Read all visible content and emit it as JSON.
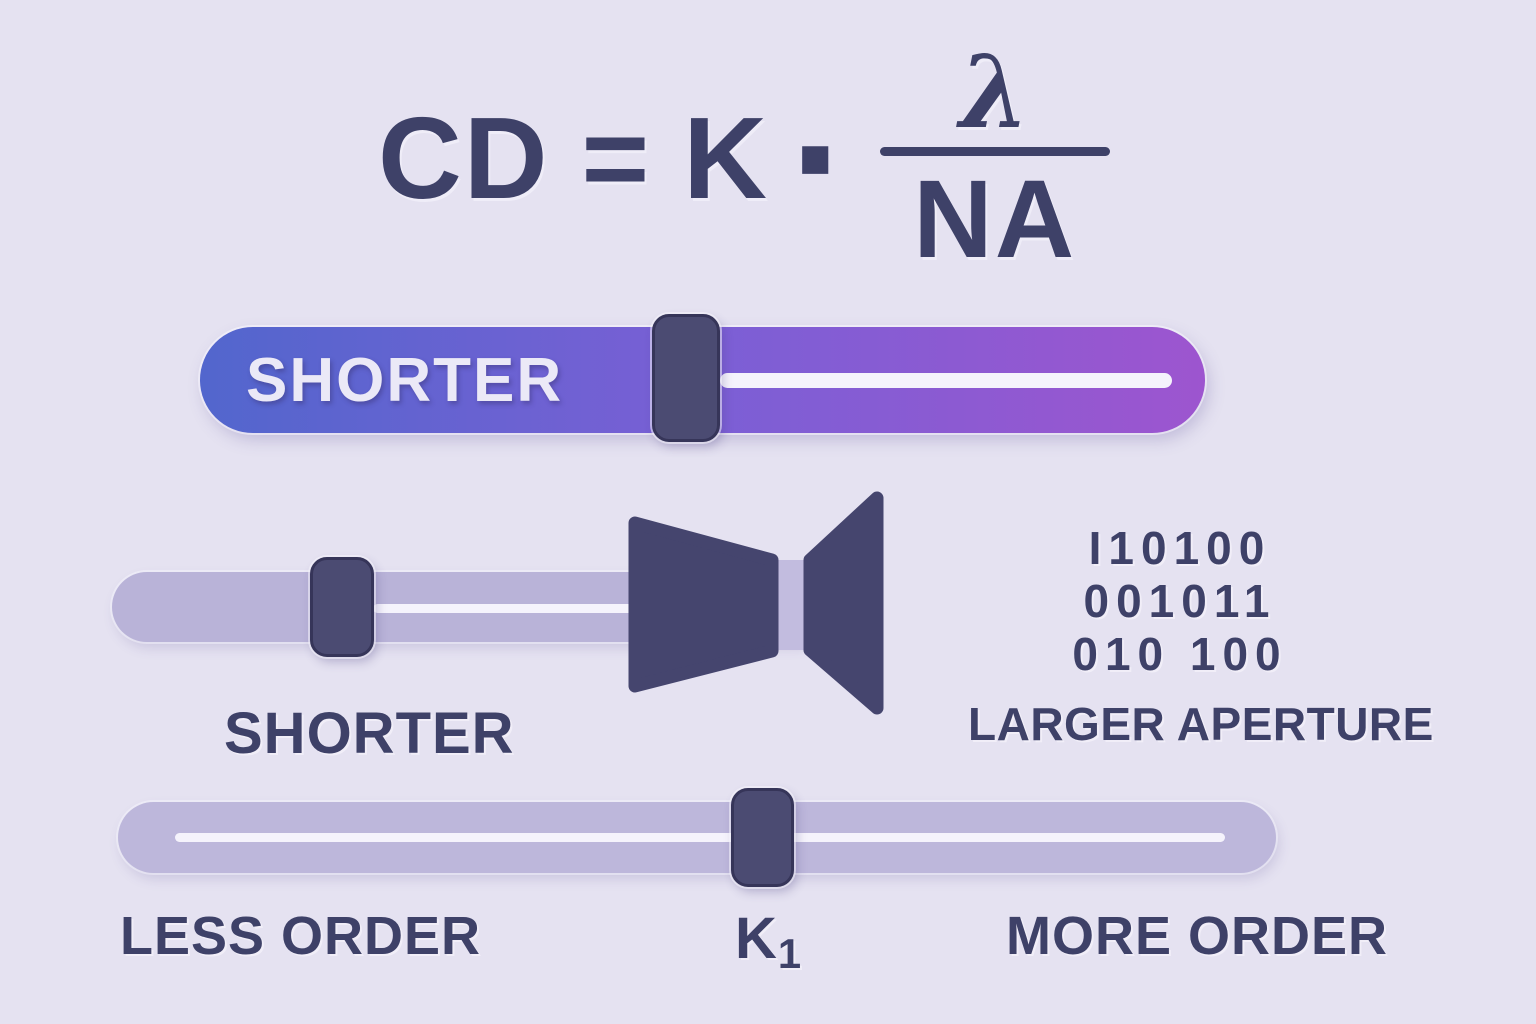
{
  "formula": {
    "lhs": "CD",
    "eq": "=",
    "coefficient": "K",
    "dot": "·",
    "numerator": "λ",
    "denominator": "NA"
  },
  "wavelength_slider": {
    "label": "SHORTER"
  },
  "aperture_slider": {
    "left_label": "SHORTER",
    "right_label": "LARGER APERTURE",
    "binary_rows": [
      "I10100",
      "001011",
      "010 100"
    ]
  },
  "k1_slider": {
    "left_label": "LESS ORDER",
    "center_label": "K",
    "center_label_sub": "1",
    "right_label": "MORE ORDER"
  },
  "colors": {
    "background": "#e5e2f1",
    "ink": "#3e4168",
    "handle": "#4b4b72",
    "handle_edge": "#363559",
    "track": "#b9b3d8",
    "track_light": "#bdb7db",
    "line": "#f5f3fc",
    "grad_start": "#5266cd",
    "grad_mid": "#7c5fd5",
    "grad_end": "#9d55cf",
    "slider_label": "#ebe9f7",
    "funnel": "#45456e",
    "waist": "#c2bcdf"
  }
}
